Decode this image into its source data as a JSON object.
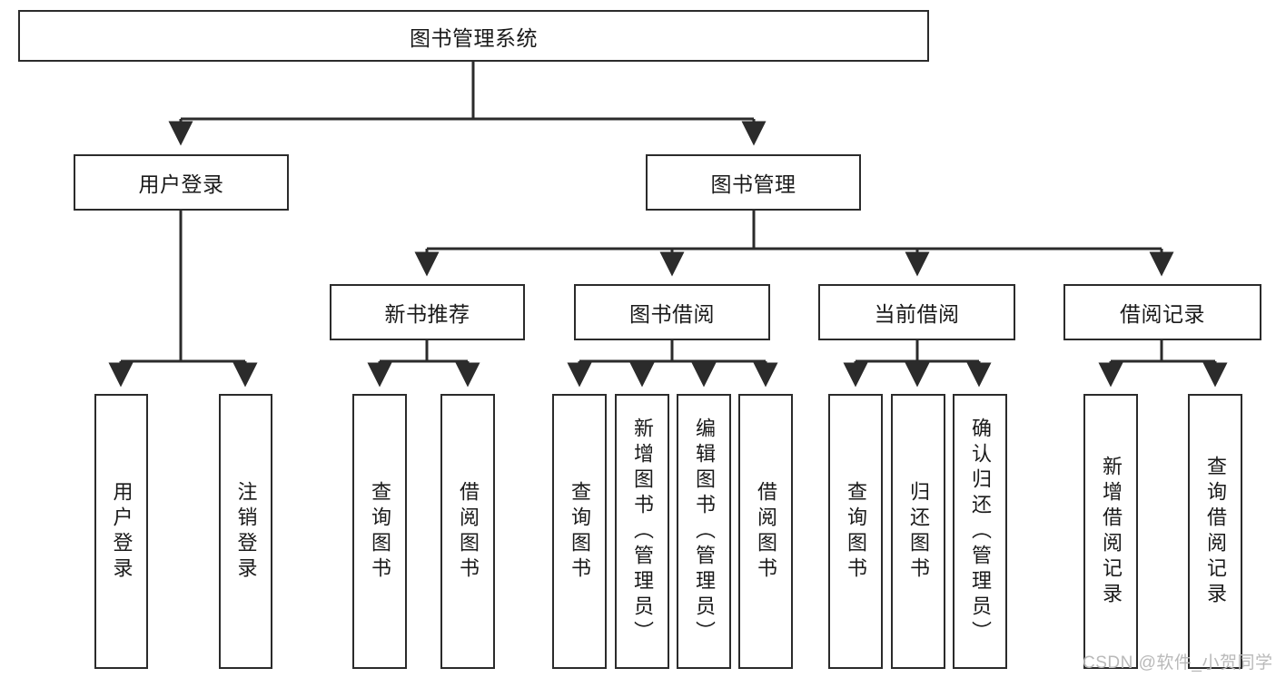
{
  "diagram": {
    "title": "图书管理系统",
    "type": "tree-hierarchy-chart",
    "root": {
      "id": "root",
      "label": "图书管理系统",
      "orientation": "horizontal"
    },
    "level2": [
      {
        "id": "user-login",
        "label": "用户登录",
        "orientation": "horizontal"
      },
      {
        "id": "book-manage",
        "label": "图书管理",
        "orientation": "horizontal"
      }
    ],
    "level3": [
      {
        "id": "new-book-rec",
        "label": "新书推荐",
        "orientation": "horizontal"
      },
      {
        "id": "book-borrow",
        "label": "图书借阅",
        "orientation": "horizontal"
      },
      {
        "id": "current-borrow",
        "label": "当前借阅",
        "orientation": "horizontal"
      },
      {
        "id": "borrow-record",
        "label": "借阅记录",
        "orientation": "horizontal"
      }
    ],
    "leaves": [
      {
        "id": "leaf-user-login",
        "label": "用户登录",
        "parent": "user-login"
      },
      {
        "id": "leaf-logout",
        "label": "注销登录",
        "parent": "user-login"
      },
      {
        "id": "leaf-query-book-1",
        "label": "查询图书",
        "parent": "new-book-rec"
      },
      {
        "id": "leaf-borrow-book-1",
        "label": "借阅图书",
        "parent": "new-book-rec"
      },
      {
        "id": "leaf-query-book-2",
        "label": "查询图书",
        "parent": "book-borrow"
      },
      {
        "id": "leaf-add-book",
        "label": "新增图书（管理员）",
        "parent": "book-borrow"
      },
      {
        "id": "leaf-edit-book",
        "label": "编辑图书（管理员）",
        "parent": "book-borrow"
      },
      {
        "id": "leaf-borrow-book-2",
        "label": "借阅图书",
        "parent": "book-borrow"
      },
      {
        "id": "leaf-query-book-3",
        "label": "查询图书",
        "parent": "current-borrow"
      },
      {
        "id": "leaf-return-book",
        "label": "归还图书",
        "parent": "current-borrow"
      },
      {
        "id": "leaf-confirm-return",
        "label": "确认归还（管理员）",
        "parent": "current-borrow"
      },
      {
        "id": "leaf-add-record",
        "label": "新增借阅记录",
        "parent": "borrow-record"
      },
      {
        "id": "leaf-query-record",
        "label": "查询借阅记录",
        "parent": "borrow-record"
      }
    ],
    "colors": {
      "stroke": "#2b2b2b",
      "fill": "#ffffff",
      "text": "#1a1a1a",
      "watermark": "#b9b9b9"
    }
  },
  "watermark": {
    "text": "CSDN @软件_小贺同学"
  }
}
